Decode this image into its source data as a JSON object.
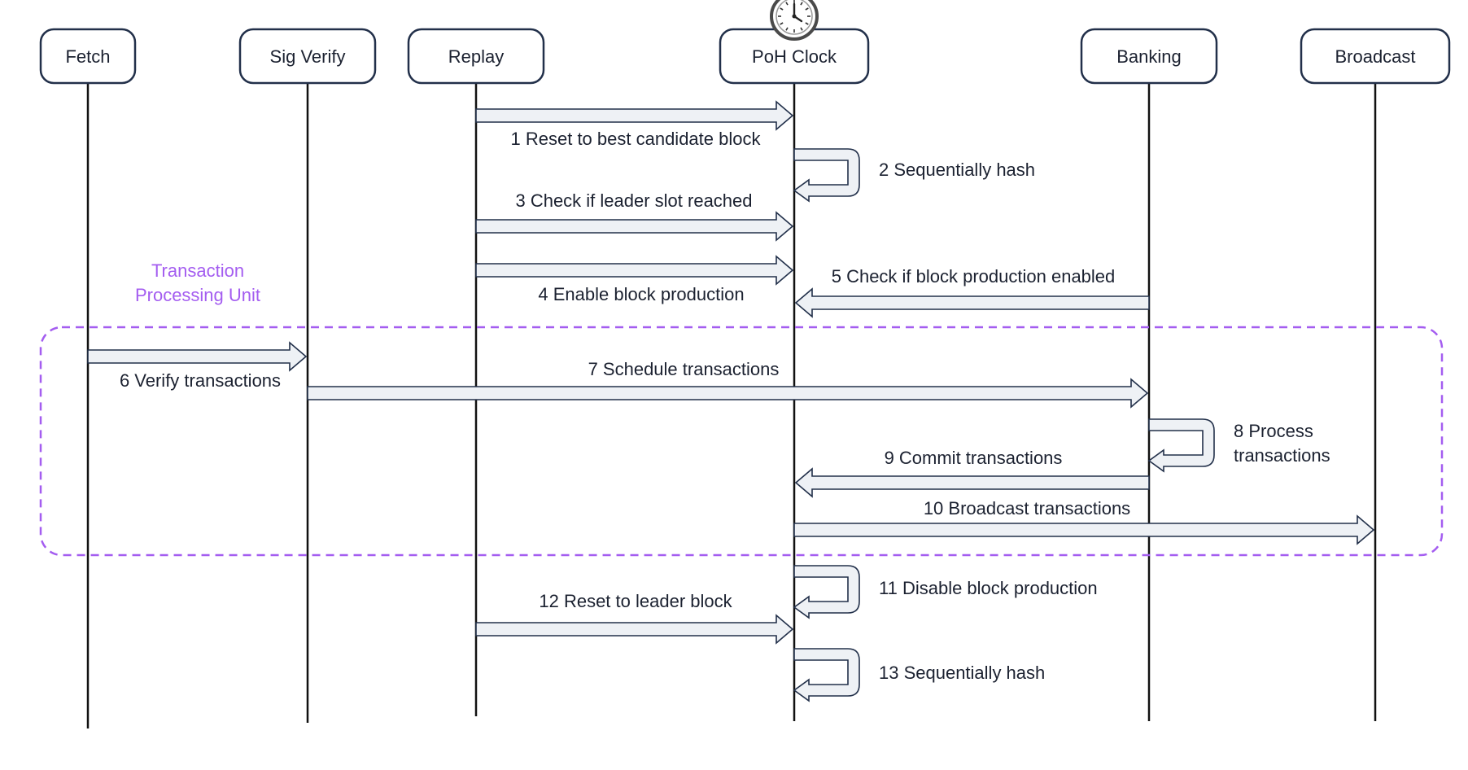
{
  "diagram": {
    "type": "sequence",
    "colors": {
      "outline": "#22304a",
      "arrow_fill": "#eef1f5",
      "lifeline": "#111111",
      "group_accent": "#a45df0",
      "text": "#1b2130"
    },
    "actors": [
      {
        "id": "fetch",
        "label": "Fetch"
      },
      {
        "id": "sigverify",
        "label": "Sig Verify"
      },
      {
        "id": "replay",
        "label": "Replay"
      },
      {
        "id": "poh",
        "label": "PoH Clock",
        "icon": "clock-icon"
      },
      {
        "id": "banking",
        "label": "Banking"
      },
      {
        "id": "broadcast",
        "label": "Broadcast"
      }
    ],
    "group": {
      "label_lines": [
        "Transaction",
        "Processing Unit"
      ],
      "from_step": 6,
      "to_step": 10
    },
    "messages": [
      {
        "step": 1,
        "from": "replay",
        "to": "poh",
        "label_lines": [
          "1 Reset to best candidate block"
        ],
        "label_side": "below"
      },
      {
        "step": 2,
        "from": "poh",
        "to": "poh",
        "label_lines": [
          "2 Sequentially hash"
        ],
        "self": true
      },
      {
        "step": 3,
        "from": "replay",
        "to": "poh",
        "label_lines": [
          "3 Check if leader slot reached"
        ],
        "label_side": "above"
      },
      {
        "step": 4,
        "from": "replay",
        "to": "poh",
        "label_lines": [
          "4 Enable block production"
        ],
        "label_side": "below"
      },
      {
        "step": 5,
        "from": "banking",
        "to": "poh",
        "label_lines": [
          "5 Check if block production enabled"
        ],
        "label_side": "above"
      },
      {
        "step": 6,
        "from": "fetch",
        "to": "sigverify",
        "label_lines": [
          "6 Verify transactions"
        ],
        "label_side": "below"
      },
      {
        "step": 7,
        "from": "sigverify",
        "to": "banking",
        "label_lines": [
          "7 Schedule transactions"
        ],
        "label_side": "above"
      },
      {
        "step": 8,
        "from": "banking",
        "to": "banking",
        "label_lines": [
          "8 Process",
          "transactions"
        ],
        "self": true
      },
      {
        "step": 9,
        "from": "banking",
        "to": "poh",
        "label_lines": [
          "9 Commit transactions"
        ],
        "label_side": "above"
      },
      {
        "step": 10,
        "from": "poh",
        "to": "broadcast",
        "label_lines": [
          "10 Broadcast transactions"
        ],
        "label_side": "above"
      },
      {
        "step": 11,
        "from": "poh",
        "to": "poh",
        "label_lines": [
          "11 Disable block production"
        ],
        "self": true
      },
      {
        "step": 12,
        "from": "replay",
        "to": "poh",
        "label_lines": [
          "12 Reset to leader block"
        ],
        "label_side": "above"
      },
      {
        "step": 13,
        "from": "poh",
        "to": "poh",
        "label_lines": [
          "13 Sequentially hash"
        ],
        "self": true
      }
    ]
  }
}
